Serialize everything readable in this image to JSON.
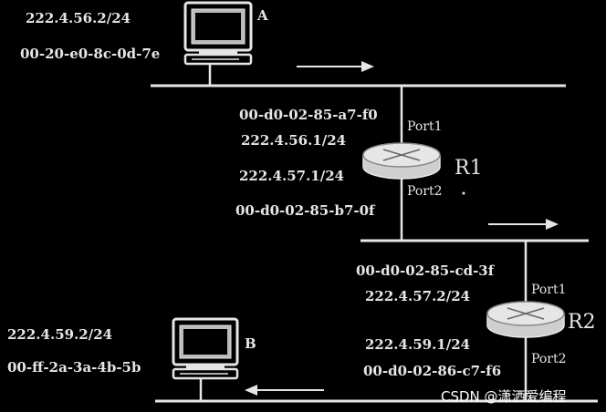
{
  "pc_a": {
    "ip": "222.4.56.2/24",
    "mac": "00-20-e0-8c-0d-7e",
    "name": "A"
  },
  "pc_b": {
    "ip": "222.4.59.2/24",
    "mac": "00-ff-2a-3a-4b-5b",
    "name": "B"
  },
  "r1": {
    "name": "R1",
    "port1_label": "Port1",
    "port2_label": "Port2",
    "port1_mac": "00-d0-02-85-a7-f0",
    "port1_ip": "222.4.56.1/24",
    "port2_ip": "222.4.57.1/24",
    "port2_mac": "00-d0-02-85-b7-0f"
  },
  "r2": {
    "name": "R2",
    "port1_label": "Port1",
    "port2_label": "Port2",
    "port1_mac": "00-d0-02-85-cd-3f",
    "port1_ip": "222.4.57.2/24",
    "port2_ip": "222.4.59.1/24",
    "port2_mac": "00-d0-02-86-c7-f6"
  },
  "watermark": "CSDN @潇洒爱编程",
  "colors": {
    "background": "#000000",
    "foreground": "#e6e6e6"
  }
}
